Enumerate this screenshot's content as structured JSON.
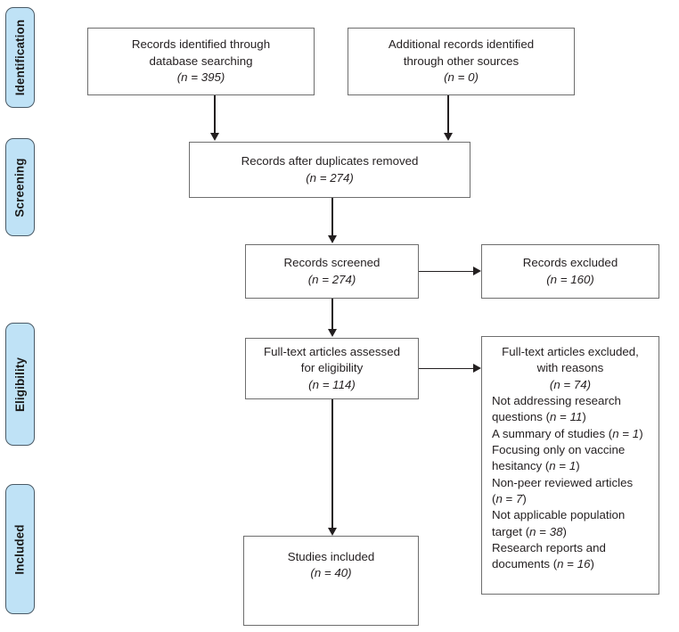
{
  "diagram": {
    "title": "PRISMA study selection flow diagram",
    "colors": {
      "stage_fill": "#bfe2f6",
      "stage_border": "#4a5a66",
      "box_border": "#6e6e6e",
      "connector": "#231f20",
      "background": "#ffffff"
    }
  },
  "stages": [
    {
      "id": "identification",
      "label": "Identification"
    },
    {
      "id": "screening",
      "label": "Screening"
    },
    {
      "id": "eligibility",
      "label": "Eligibility"
    },
    {
      "id": "included",
      "label": "Included"
    }
  ],
  "boxes": {
    "records_identified": {
      "name": "records-identified-database",
      "lines": [
        "Records identified through",
        "database searching",
        "(n = 395)"
      ],
      "count_label": "n = 395",
      "count": 395
    },
    "additional_records": {
      "name": "additional-records-other-sources",
      "lines": [
        "Additional records identified",
        "through other sources",
        "(n = 0)"
      ],
      "count_label": "n = 0",
      "count": 0
    },
    "duplicates_removed": {
      "name": "records-after-duplicates-removed",
      "lines": [
        "Records after duplicates removed",
        "(n = 274)"
      ],
      "count_label": "n = 274",
      "count": 274
    },
    "records_screened": {
      "name": "records-screened",
      "lines": [
        "Records screened",
        "(n = 274)"
      ],
      "count_label": "n = 274",
      "count": 274
    },
    "records_excluded": {
      "name": "records-excluded",
      "lines": [
        "Records excluded",
        "(n = 160)"
      ],
      "count_label": "n = 160",
      "count": 160
    },
    "fulltext_assessed": {
      "name": "full-text-articles-assessed",
      "lines": [
        "Full-text articles assessed",
        "for eligibility",
        "(n = 114)"
      ],
      "count_label": "n = 114",
      "count": 114
    },
    "fulltext_excluded": {
      "name": "full-text-articles-excluded",
      "header_lines": [
        "Full-text articles excluded,",
        "with reasons",
        "(n = 74)"
      ],
      "count_label": "n = 74",
      "count": 74,
      "reasons": [
        {
          "text_line_1": "Not addressing research",
          "text_line_2": "questions (n = 11)",
          "count": 11
        },
        {
          "text_line_1": "A summary of studies (n = 1)",
          "text_line_2": "",
          "count": 1
        },
        {
          "text_line_1": "Focusing only on vaccine",
          "text_line_2": "hesitancy (n = 1)",
          "count": 1
        },
        {
          "text_line_1": "Non-peer reviewed articles",
          "text_line_2": "(n = 7)",
          "count": 7
        },
        {
          "text_line_1": "Not applicable population",
          "text_line_2": "target (n = 38)",
          "count": 38
        },
        {
          "text_line_1": "Research reports and",
          "text_line_2": "documents (n = 16)",
          "count": 16
        }
      ],
      "reason_lines": [
        "Not addressing research",
        "questions (n = 11)",
        "A summary of studies (n = 1)",
        "Focusing only on vaccine",
        "hesitancy (n = 1)",
        "Non-peer reviewed articles",
        "(n = 7)",
        "Not applicable population",
        "target (n = 38)",
        "Research reports and",
        "documents (n = 16)"
      ]
    },
    "studies_included": {
      "name": "studies-included",
      "lines": [
        "Studies included",
        "(n = 40)"
      ],
      "count_label": "n = 40",
      "count": 40
    }
  }
}
